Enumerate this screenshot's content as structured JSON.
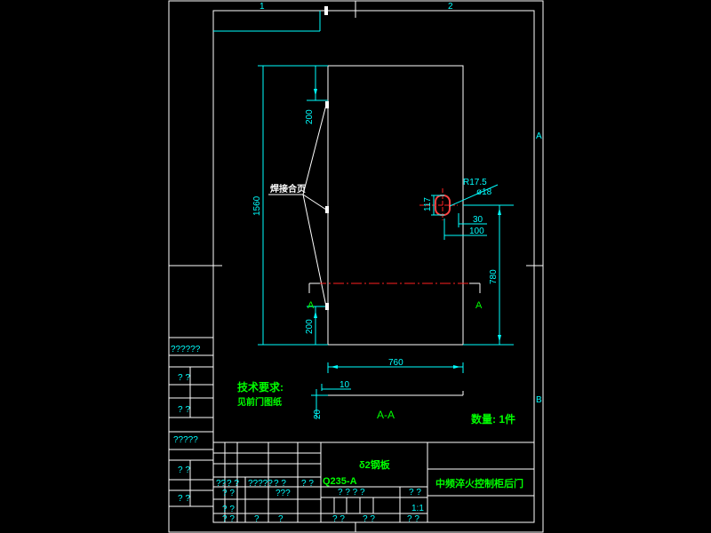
{
  "border": {
    "zone_top_1": "1",
    "zone_top_2": "2",
    "zone_right_a": "A",
    "zone_right_b": "B"
  },
  "dims": {
    "d200_top": "200",
    "d1560": "1560",
    "d200_bottom": "200",
    "d780": "780",
    "d760": "760",
    "d10": "10",
    "d20": "20",
    "r175": "R17.5",
    "phi18": "ø18",
    "d117": "117",
    "d30": "30",
    "d100": "100"
  },
  "labels": {
    "hinge": "焊接合页",
    "section_left": "A",
    "section_right": "A",
    "section_title": "A-A"
  },
  "notes": {
    "tech_title": "技术要求:",
    "tech_line": "见前门图纸",
    "quantity": "数量: 1件"
  },
  "left_column": [
    "??????",
    "? ?",
    "? ?",
    "?????",
    "? ?",
    "? ?"
  ],
  "title_block": {
    "drawing_name": "中频淬火控制柜后门",
    "material_top": "δ2钢板",
    "material": "Q235-A",
    "scale": "1:1",
    "q_a": "??",
    "q_b": "? ?",
    "q_c": "?????",
    "q_d": "? ?",
    "q_e": "? ?",
    "q_f": "? ?",
    "q_g": "???",
    "q_h": "? ? ? ?",
    "q_i": "? ?",
    "q_j": "? ?",
    "q_k": "? ?",
    "q_l": "?",
    "q_m": "?",
    "q_n": "? ?",
    "q_o": "? ?",
    "q_p": "? ?"
  }
}
